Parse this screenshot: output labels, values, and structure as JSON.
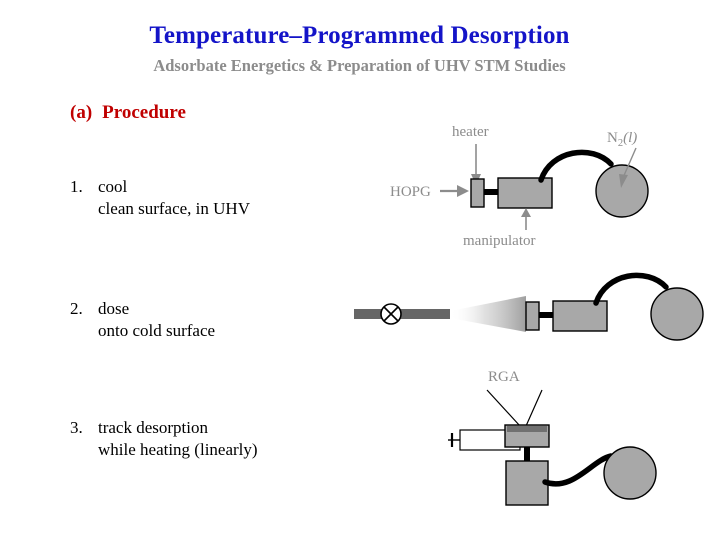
{
  "slide": {
    "title": "Temperature–Programmed Desorption",
    "subtitle": "Adsorbate Energetics & Preparation of UHV STM Studies",
    "colors": {
      "title": "#1414c8",
      "subtitle": "#8c8c8c",
      "section_heading": "#c00000",
      "body_text": "#000000",
      "diagram_block": "#a8a8a8",
      "diagram_block_dark": "#707070",
      "diagram_label": "#8c8c8c",
      "background": "#ffffff"
    }
  },
  "section": {
    "marker": "(a)",
    "heading": "Procedure"
  },
  "steps": [
    {
      "number": "1.",
      "line1": "cool",
      "line2": "clean surface, in UHV"
    },
    {
      "number": "2.",
      "line1": "dose",
      "line2": "onto cold surface"
    },
    {
      "number": "3.",
      "line1": "track desorption",
      "line2": "while heating (linearly)"
    }
  ],
  "diagrams": [
    {
      "id": "cool-stage",
      "labels": {
        "heater": "heater",
        "hopg": "HOPG",
        "manipulator": "manipulator",
        "cryogen_element": "N",
        "cryogen_subscript": "2",
        "cryogen_phase": "(l)"
      }
    },
    {
      "id": "dose-stage",
      "labels": {}
    },
    {
      "id": "desorption-stage",
      "labels": {
        "rga": "RGA"
      }
    }
  ]
}
